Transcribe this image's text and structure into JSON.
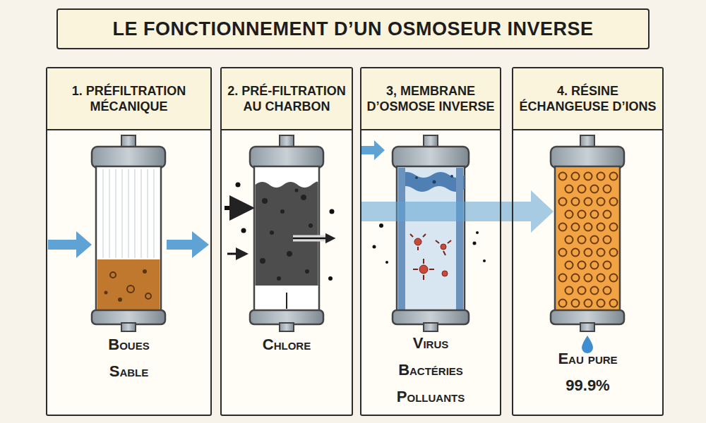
{
  "diagram": {
    "title": "LE FONCTIONNEMENT D’UN OSMOSEUR INVERSE",
    "nodes": [
      {
        "text": [
          "1. PRÉFILTRATION MÉCANIQUE",
          "Boues",
          "Sable"
        ]
      },
      {
        "text": [
          "2. PRÉ-FILTRATION AU CHARBON",
          "Chlore"
        ]
      },
      {
        "text": [
          "3, MEMBRANE D’OSMOSE INVERSE",
          "Virus",
          "Bactéries",
          "Polluants"
        ]
      },
      {
        "text": [
          "4. RÉSINE ÉCHANGEUSE D’IONS",
          "Eau pure",
          "99.9%"
        ]
      }
    ]
  }
}
